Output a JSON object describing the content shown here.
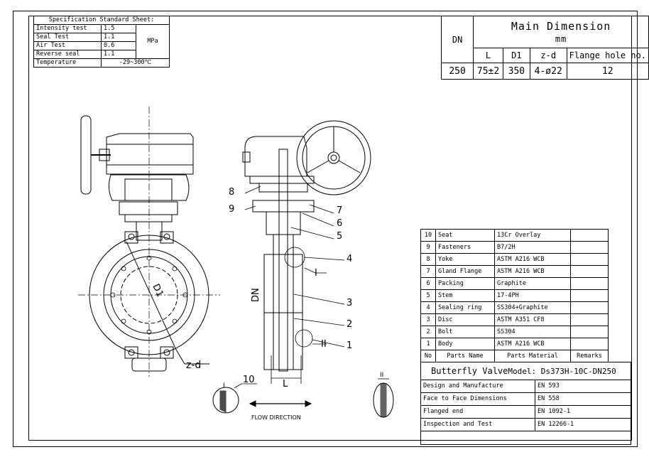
{
  "spec_sheet": {
    "title": "Specification Standard Sheet:",
    "rows": [
      {
        "name": "Intensity test",
        "value": "1.5"
      },
      {
        "name": "Seal Test",
        "value": "1.1"
      },
      {
        "name": "Air Test",
        "value": "0.6"
      },
      {
        "name": "Reverse seal",
        "value": "1.1"
      }
    ],
    "unit": "MPa",
    "temperature": {
      "name": "Temperature",
      "value": "-29~300℃"
    }
  },
  "main_dimension": {
    "dn_header": "DN",
    "title": "Main Dimension",
    "unit": "mm",
    "headers": [
      "L",
      "D1",
      "z-d",
      "Flange hole no."
    ],
    "row": {
      "dn": "250",
      "l": "75±2",
      "d1": "350",
      "zd": "4-ø22",
      "holes": "12"
    }
  },
  "parts": {
    "rows": [
      {
        "no": "10",
        "name": "Seat",
        "material": "13Cr Overlay",
        "remarks": ""
      },
      {
        "no": "9",
        "name": "Fasteners",
        "material": "B7/2H",
        "remarks": ""
      },
      {
        "no": "8",
        "name": "Yoke",
        "material": "ASTM A216 WCB",
        "remarks": ""
      },
      {
        "no": "7",
        "name": "Gland Flange",
        "material": "ASTM A216 WCB",
        "remarks": ""
      },
      {
        "no": "6",
        "name": "Packing",
        "material": "Graphite",
        "remarks": ""
      },
      {
        "no": "5",
        "name": "Stem",
        "material": "17-4PH",
        "remarks": ""
      },
      {
        "no": "4",
        "name": "Sealing ring",
        "material": "SS304+Graphite",
        "remarks": ""
      },
      {
        "no": "3",
        "name": "Disc",
        "material": "ASTM A351 CF8",
        "remarks": ""
      },
      {
        "no": "2",
        "name": "Bolt",
        "material": "SS304",
        "remarks": ""
      },
      {
        "no": "1",
        "name": "Body",
        "material": "ASTM A216 WCB",
        "remarks": ""
      }
    ],
    "header": {
      "no": "No",
      "name": "Parts Name",
      "material": "Parts Material",
      "remarks": "Remarks"
    }
  },
  "title_block": {
    "product": "Butterfly Valve",
    "model": "Model: Ds373H-10C-DN250",
    "standards": [
      {
        "item": "Design and Manufacture",
        "value": "EN 593"
      },
      {
        "item": "Face to Face Dimensions",
        "value": "EN 558"
      },
      {
        "item": "Flanged end",
        "value": "EN 1092-1"
      },
      {
        "item": "Inspection and Test",
        "value": "EN 12266-1"
      }
    ]
  },
  "drawing_labels": {
    "balloons": [
      "8",
      "9",
      "7",
      "6",
      "5",
      "4",
      "3",
      "2",
      "1",
      "10"
    ],
    "detail_i": "I",
    "detail_ii": "II",
    "dn": "DN",
    "l": "L",
    "d1": "D1",
    "zd": "z-d",
    "flow": "FLOW DIRECTION"
  }
}
